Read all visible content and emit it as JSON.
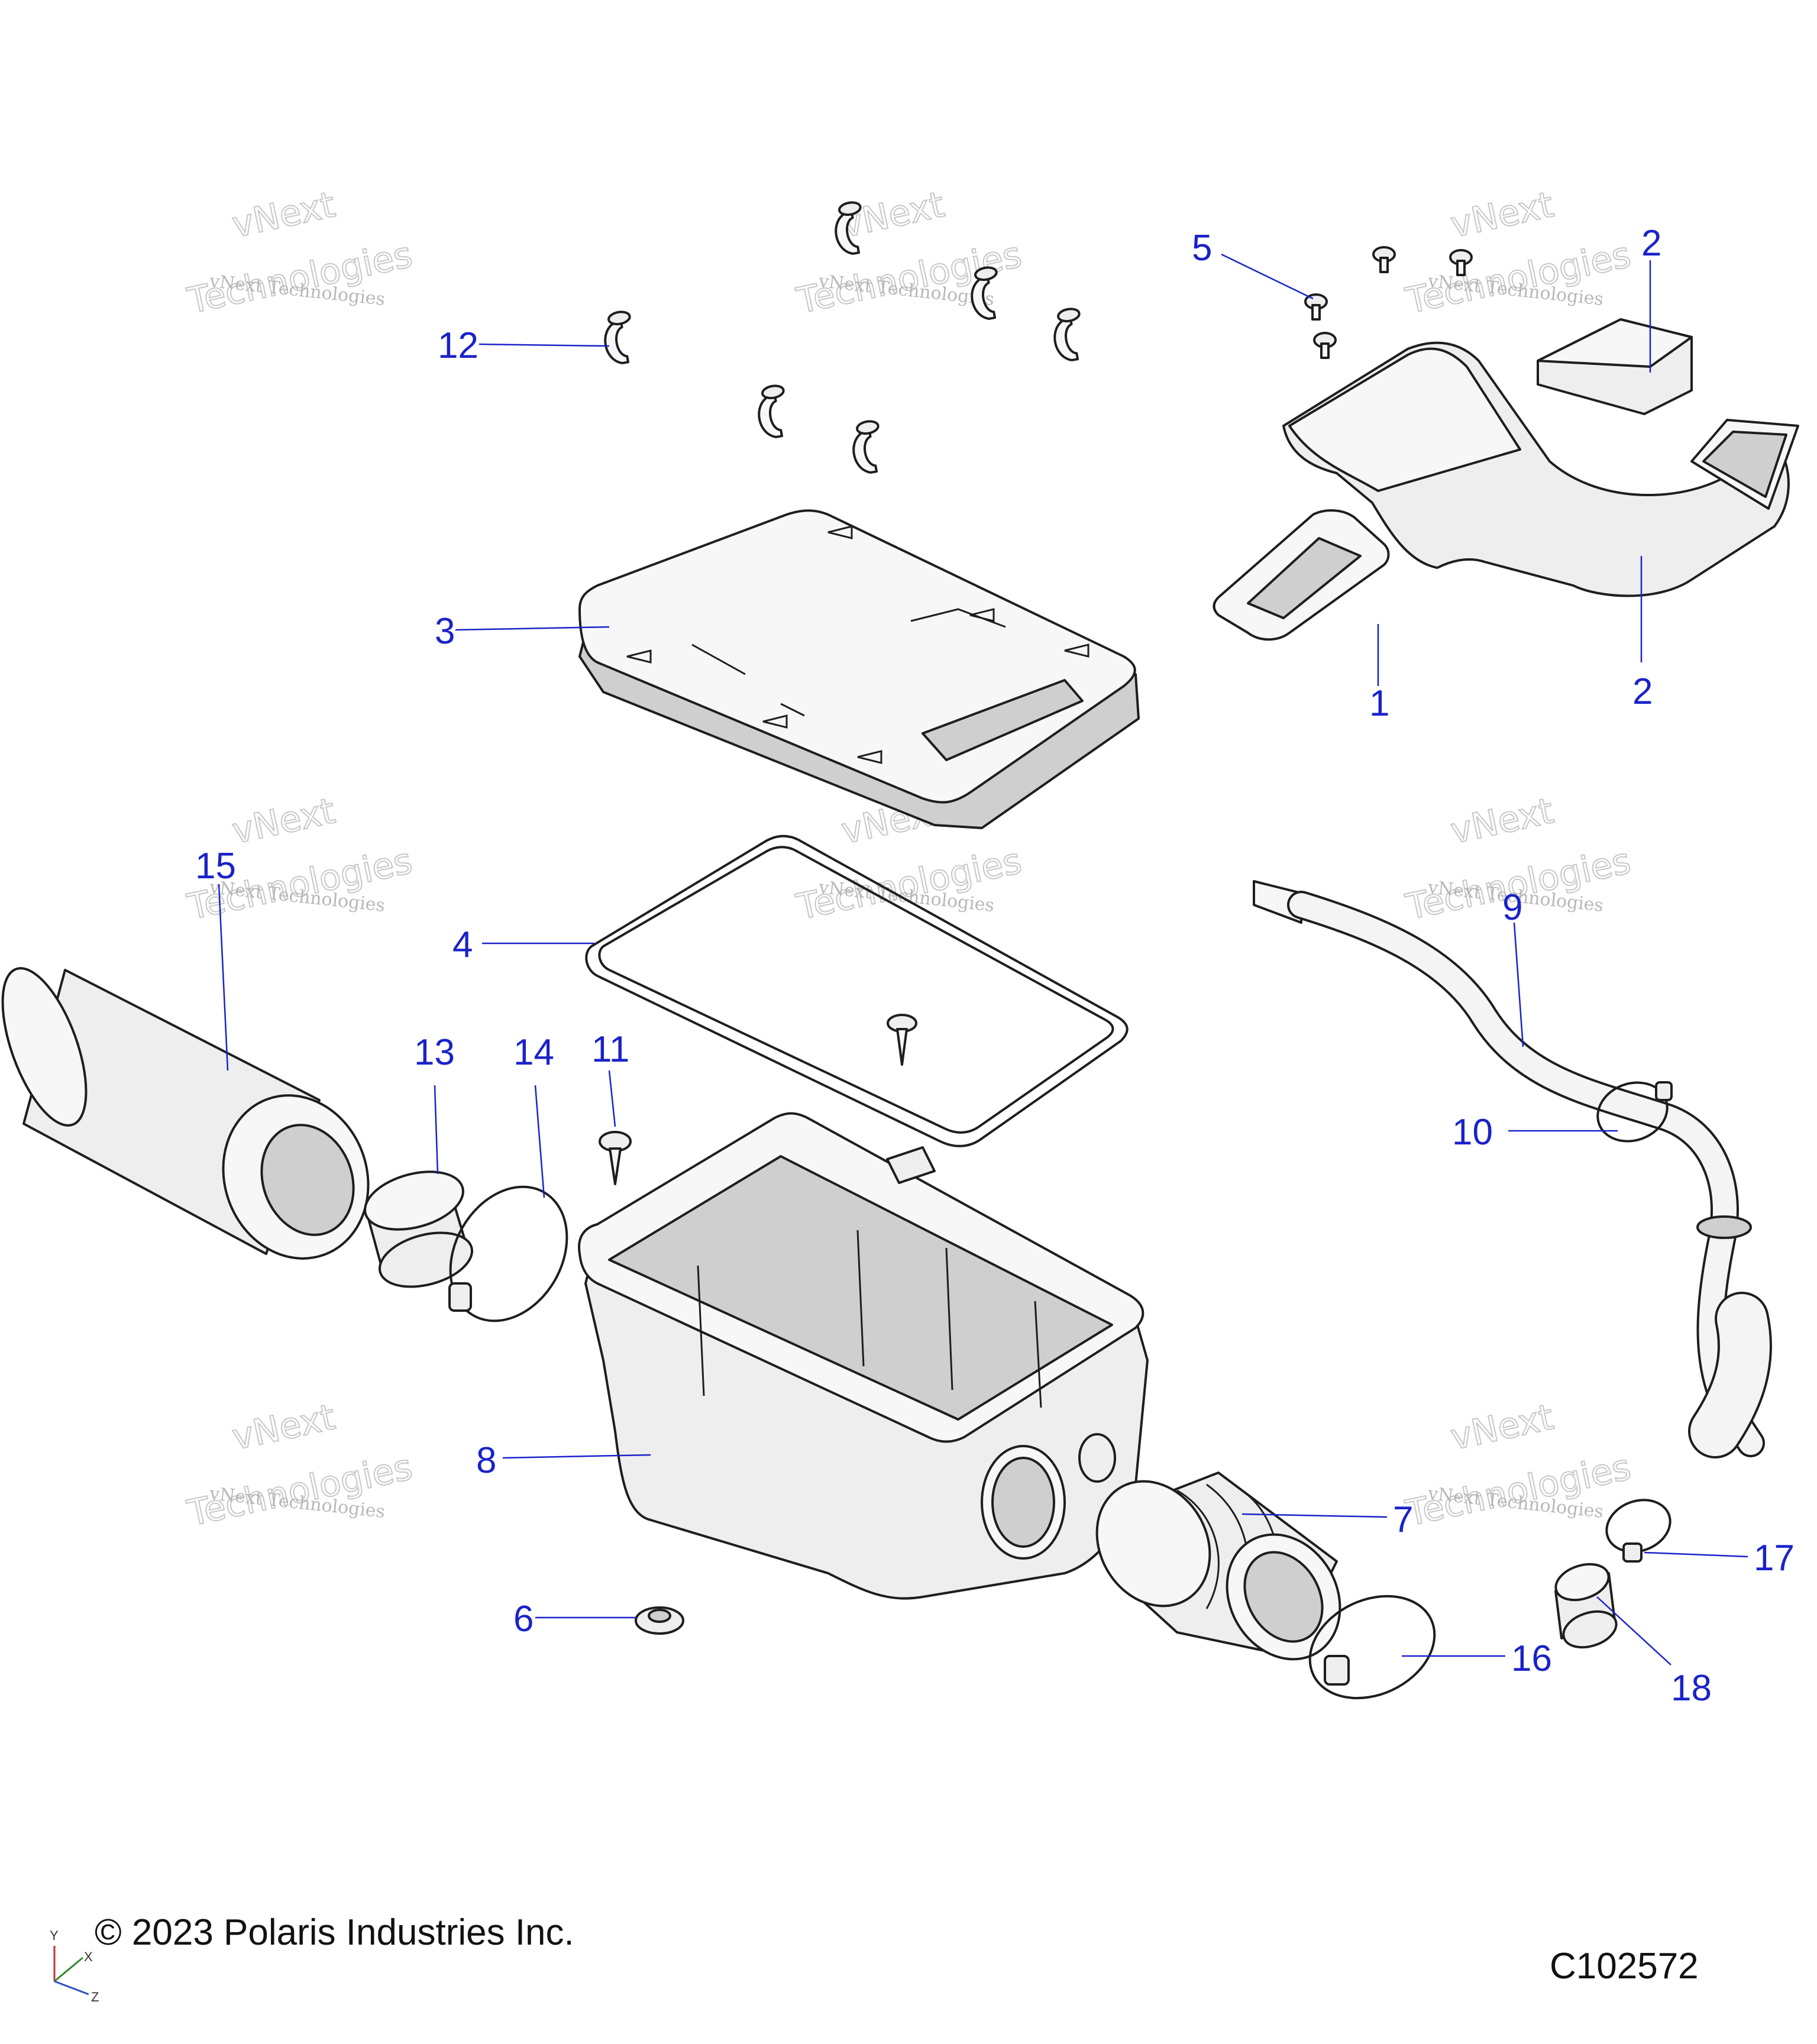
{
  "diagram": {
    "callouts": [
      {
        "id": "c1",
        "label": "1"
      },
      {
        "id": "c2a",
        "label": "2"
      },
      {
        "id": "c2b",
        "label": "2"
      },
      {
        "id": "c3",
        "label": "3"
      },
      {
        "id": "c4",
        "label": "4"
      },
      {
        "id": "c5",
        "label": "5"
      },
      {
        "id": "c6",
        "label": "6"
      },
      {
        "id": "c7",
        "label": "7"
      },
      {
        "id": "c8",
        "label": "8"
      },
      {
        "id": "c9",
        "label": "9"
      },
      {
        "id": "c10",
        "label": "10"
      },
      {
        "id": "c11",
        "label": "11"
      },
      {
        "id": "c12",
        "label": "12"
      },
      {
        "id": "c13",
        "label": "13"
      },
      {
        "id": "c14",
        "label": "14"
      },
      {
        "id": "c15",
        "label": "15"
      },
      {
        "id": "c16",
        "label": "16"
      },
      {
        "id": "c17",
        "label": "17"
      },
      {
        "id": "c18",
        "label": "18"
      }
    ]
  },
  "watermark": {
    "small_text": "vNext Technologies",
    "big_top": "vNext",
    "big_bottom": "Technologies"
  },
  "footer": {
    "copyright": "© 2023 Polaris Industries Inc.",
    "drawing_number": "C102572"
  },
  "axes": {
    "y": "Y",
    "x": "X",
    "z": "Z"
  },
  "colors": {
    "callout": "#1a22c9",
    "line": "#1e1e1e"
  }
}
